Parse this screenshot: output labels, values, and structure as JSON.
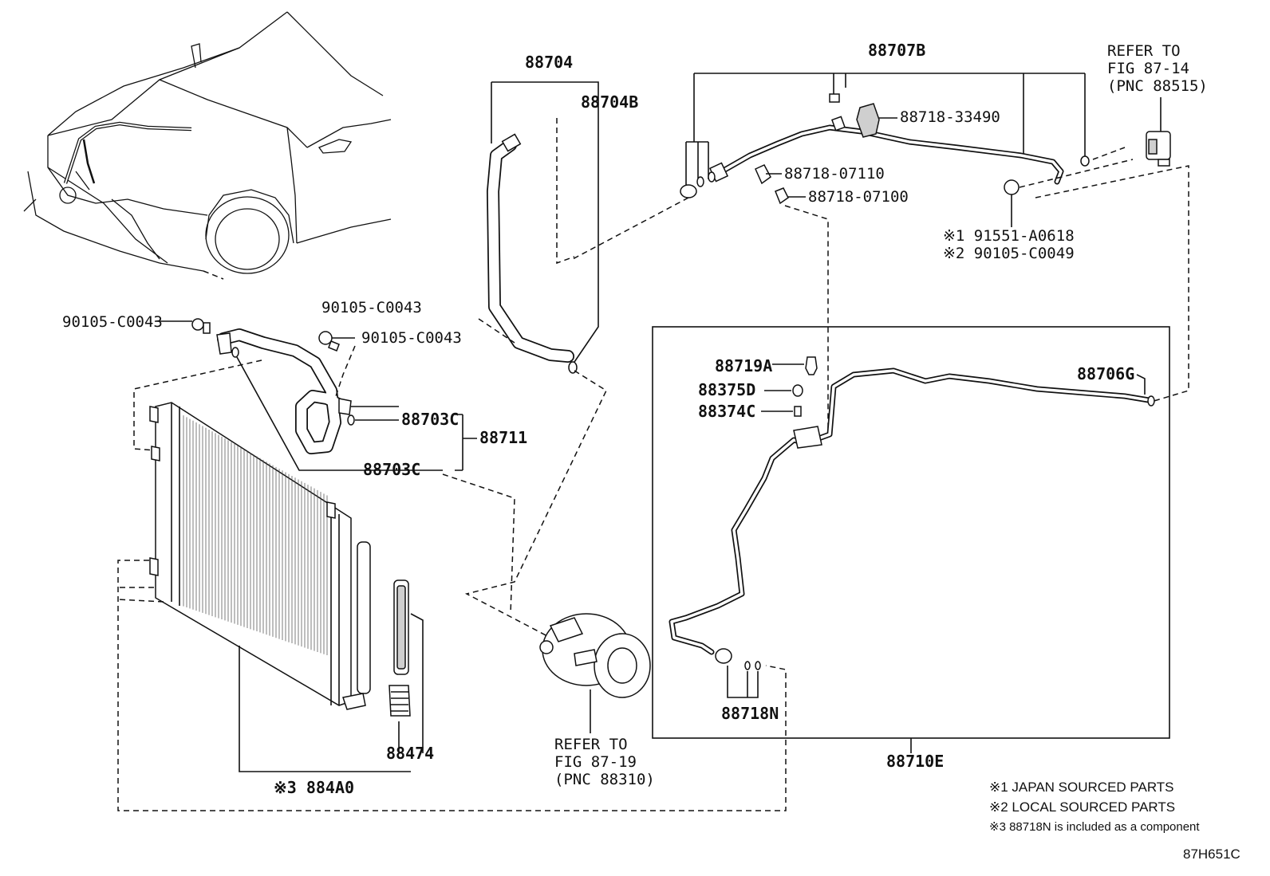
{
  "diagram": {
    "code": "87H651C",
    "labels": {
      "p88704": "88704",
      "p88704B": "88704B",
      "p88707B": "88707B",
      "refer_a1": "REFER TO",
      "refer_a2": "FIG 87-14",
      "refer_a3": "(PNC 88515)",
      "p88718_33490": "88718-33490",
      "p88718_07110": "88718-07110",
      "p88718_07100": "88718-07100",
      "p191551": "※1 91551-A0618",
      "p290105": "※2 90105-C0049",
      "p90105_a": "90105-C0043",
      "p90105_b": "90105-C0043",
      "p90105_c": "90105-C0043",
      "p88703C_a": "88703C",
      "p88703C_b": "88703C",
      "p88711": "88711",
      "p88719A": "88719A",
      "p88375D": "88375D",
      "p88374C": "88374C",
      "p88706G": "88706G",
      "p88718N": "88718N",
      "p88710E": "88710E",
      "p88474": "88474",
      "p884A0": "※3 884A0",
      "refer_b1": "REFER TO",
      "refer_b2": "FIG 87-19",
      "refer_b3": "(PNC 88310)"
    },
    "notes": [
      "※1 JAPAN SOURCED PARTS",
      "※2 LOCAL SOURCED PARTS",
      "※3 88718N is included as a component"
    ]
  }
}
